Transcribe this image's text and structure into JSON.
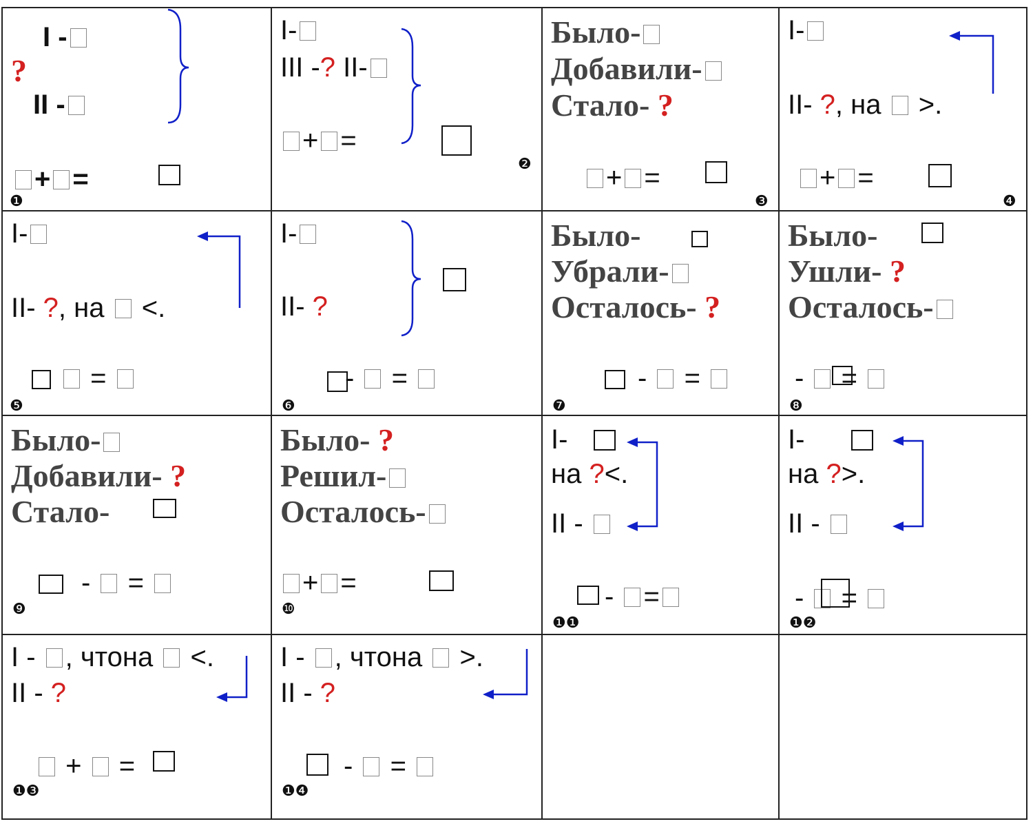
{
  "glyphs": {
    "q": "?",
    "plus": "+",
    "minus": "-",
    "eq": "=",
    "dash": "-",
    "dot": "."
  },
  "cells": [
    {
      "num": "❶",
      "line1": "I -",
      "line2": "?",
      "line3": "II -"
    },
    {
      "num": "❷",
      "line1": "I-",
      "line2a": "III -",
      "line2b": "II-"
    },
    {
      "num": "❸",
      "line1": "Было-",
      "line2": "Добавили-",
      "line3": "Стало-"
    },
    {
      "num": "❹",
      "line1": "I-",
      "line2a": "II-",
      "line2b": ", на",
      "line2c": ">."
    },
    {
      "num": "❺",
      "line1": "I-",
      "line2a": "II-",
      "line2b": ", на",
      "line2c": "<."
    },
    {
      "num": "❻",
      "line1": "I-",
      "line2": "II-"
    },
    {
      "num": "❼",
      "line1": "Было-",
      "line2": "Убрали-",
      "line3": "Осталось-"
    },
    {
      "num": "❽",
      "line1": "Было-",
      "line2": "Ушли-",
      "line3": "Осталось-"
    },
    {
      "num": "❾",
      "line1": "Было-",
      "line2": "Добавили-",
      "line3": "Стало-"
    },
    {
      "num": "❿",
      "line1": "Было-",
      "line2": "Решил-",
      "line3": "Осталось-"
    },
    {
      "num": "❶❶",
      "line1": "I-",
      "line2a": "на",
      "line2b": "<.",
      "line3": "II -"
    },
    {
      "num": "❶❷",
      "line1": "I-",
      "line2a": "на",
      "line2b": ">.",
      "line3": "II -"
    },
    {
      "num": "❶❸",
      "line1a": "I -",
      "line1b": ", чтона",
      "line1c": "<.",
      "line2": "II -"
    },
    {
      "num": "❶❹",
      "line1a": "I -",
      "line1b": ", чтона",
      "line1c": ">.",
      "line2": "II -"
    }
  ],
  "colors": {
    "accent_blue": "#1020c8",
    "question_red": "#d42020",
    "border": "#222222"
  }
}
